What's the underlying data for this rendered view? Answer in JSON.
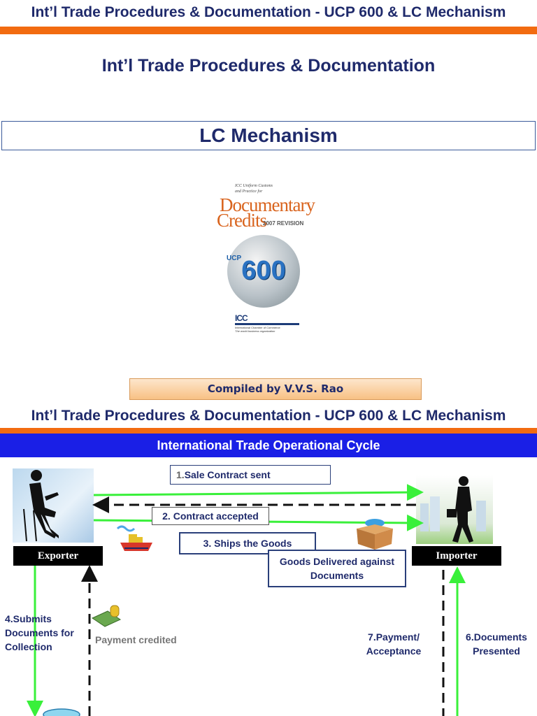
{
  "slide1": {
    "header": "Int’l Trade Procedures & Documentation -  UCP 600 & LC Mechanism",
    "subtitle": "Int’l Trade Procedures & Documentation",
    "section_title": "LC Mechanism",
    "cover": {
      "small_line1": "ICC Uniform Customs",
      "small_line2": "and Practice for",
      "title_word1": "Documentary",
      "title_word2": "Credits",
      "revision": "2007 REVISION",
      "globe_prefix": "UCP",
      "globe_number": "600",
      "icc_logo": "ICC",
      "icc_line1": "International Chamber of Commerce",
      "icc_line2": "The world business organization"
    },
    "compiled_by": "Compiled by V.V.S. Rao"
  },
  "slide2": {
    "header": "Int’l Trade Procedures & Documentation -  UCP 600 & LC Mechanism",
    "banner": "International Trade Operational Cycle",
    "exporter_label": "Exporter",
    "importer_label": "Importer",
    "step1_num": "1.",
    "step1_text": " Sale Contract sent",
    "step2": "2. Contract accepted",
    "step3": "3. Ships the Goods",
    "delivered": "Goods Delivered against Documents",
    "step4": "4.Submits Documents for Collection",
    "payment_credited": "Payment credited",
    "step7": "7.Payment/ Acceptance",
    "step6": "6.Documents Presented"
  },
  "colors": {
    "header_text": "#1f2a6b",
    "orange_bar": "#f26b10",
    "blue_banner": "#1a1fe6",
    "arrow_green": "#39f03a"
  }
}
